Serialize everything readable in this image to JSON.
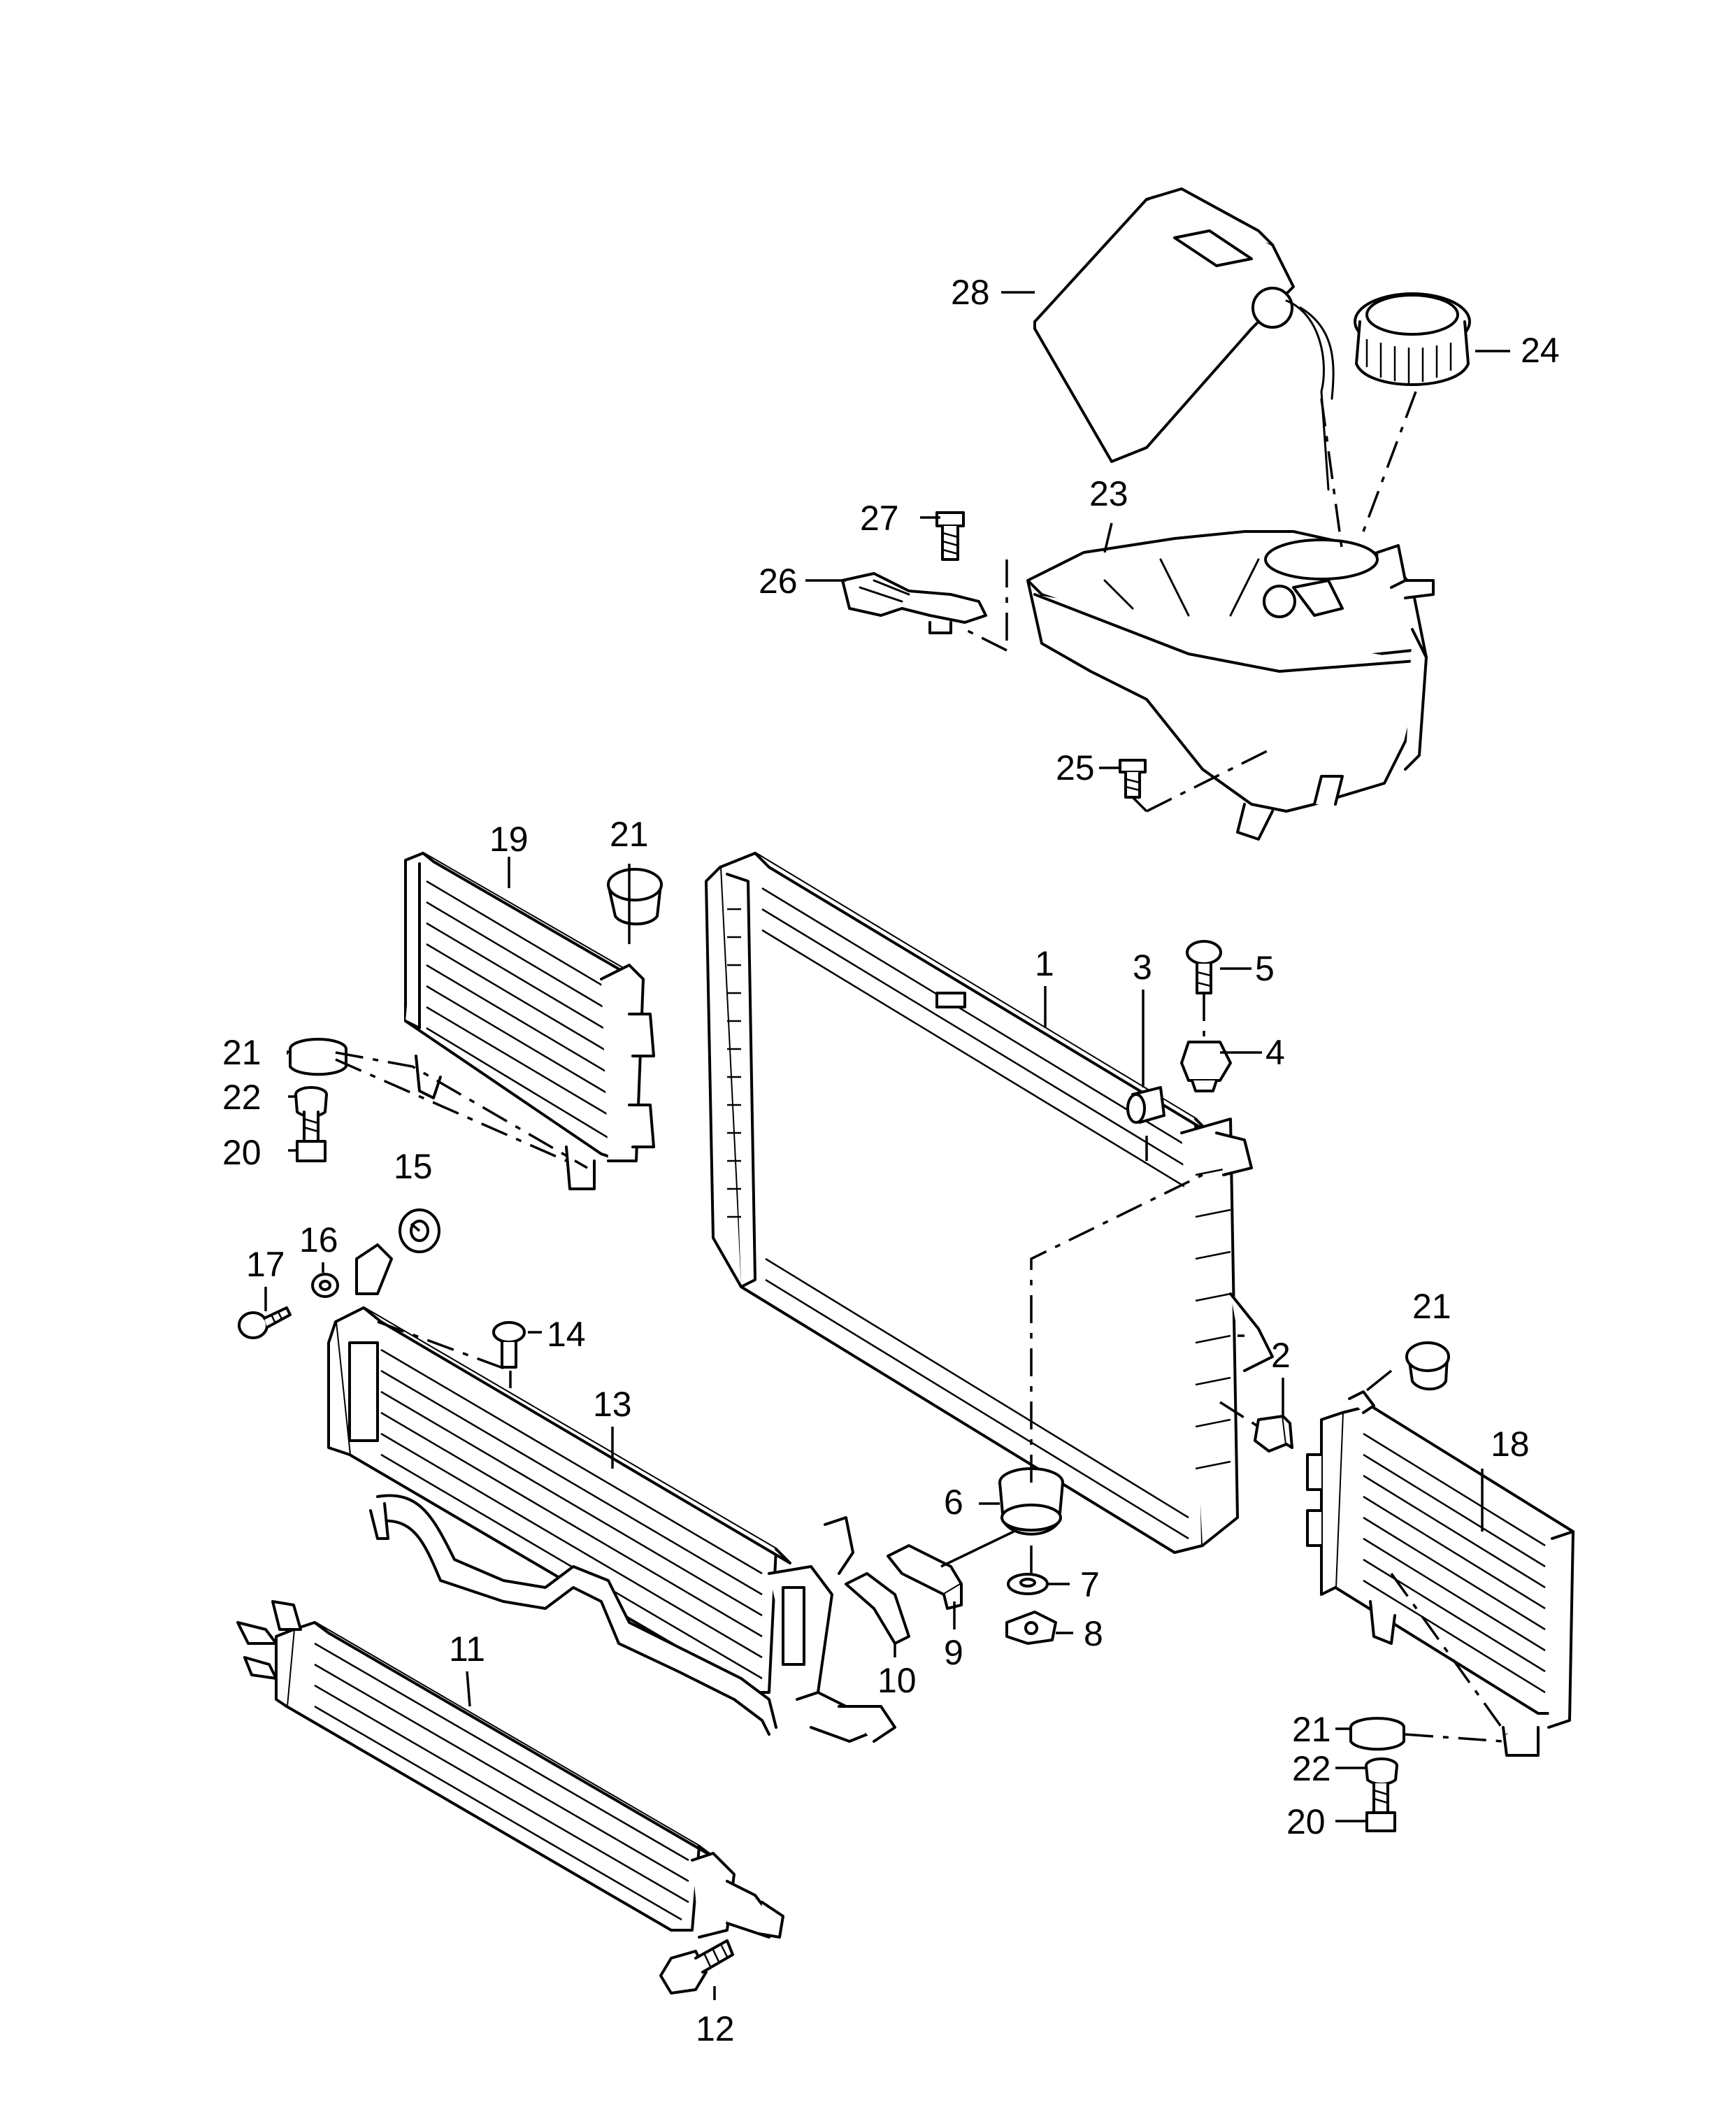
{
  "callouts": {
    "c1": "1",
    "c2": "2",
    "c3": "3",
    "c4": "4",
    "c5": "5",
    "c6": "6",
    "c7": "7",
    "c8": "8",
    "c9": "9",
    "c10": "10",
    "c11": "11",
    "c12": "12",
    "c13": "13",
    "c14": "14",
    "c15": "15",
    "c16": "16",
    "c17": "17",
    "c18": "18",
    "c19": "19",
    "c20a": "20",
    "c20b": "20",
    "c21a": "21",
    "c21b": "21",
    "c21c": "21",
    "c21d": "21",
    "c22a": "22",
    "c22b": "22",
    "c23": "23",
    "c24": "24",
    "c25": "25",
    "c26": "26",
    "c27": "27",
    "c28": "28"
  }
}
